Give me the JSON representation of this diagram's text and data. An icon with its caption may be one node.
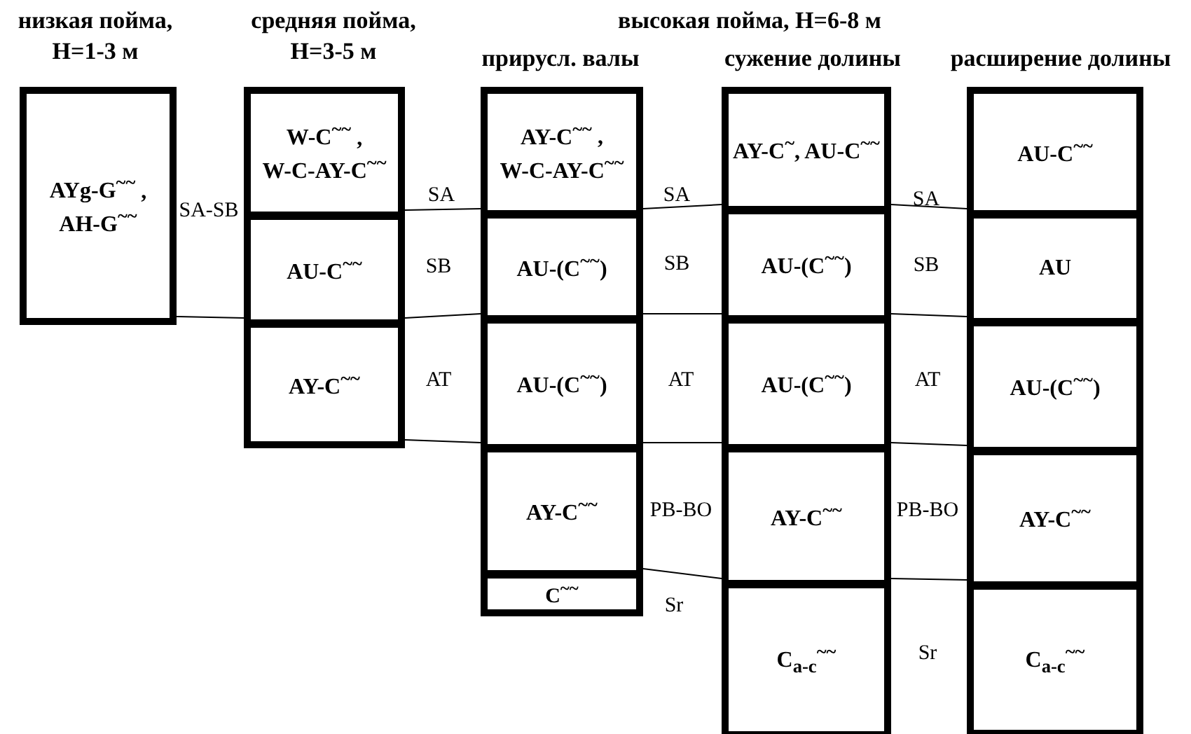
{
  "diagram": {
    "nodes": [
      {
        "text": [
          "AYg-G$^{~~}$ , AH-G$^{~~}$"
        ]
      },
      {
        "text": [
          "W-C$^{~~}$ , W-C-AY-C$^{~~}$"
        ]
      },
      {
        "text": [
          "AU-C$^{~~}$"
        ]
      },
      {
        "text": [
          "AY-C$^{~~}$"
        ]
      },
      {
        "text": [
          "AY-C$^{~~}$ , W-C-AY-C$^{~~}$"
        ]
      },
      {
        "text": [
          "AU-(C$^{~~}$)"
        ]
      },
      {
        "text": [
          "AU-(C$^{~~}$)"
        ]
      },
      {
        "text": [
          "AY-C$^{~~}$"
        ]
      },
      {
        "text": [
          "C$^{~~}$"
        ]
      },
      {
        "text": [
          "AY-C$^{~}$, AU-C$^{~~}$"
        ]
      },
      {
        "text": [
          "AU-(C$^{~~}$)"
        ]
      },
      {
        "text": [
          "AU-(C$^{~~}$)"
        ]
      },
      {
        "text": [
          "AY-C$^{~~}$"
        ]
      },
      {
        "text": [
          "C$_{a-c}$$^{~~}$"
        ]
      },
      {
        "text": [
          "AU-C$^{~~}$"
        ]
      },
      {
        "text": [
          "AU"
        ]
      },
      {
        "text": [
          "AU-(C$^{~~}$)"
        ]
      },
      {
        "text": [
          "AY-C$^{~~}$"
        ]
      },
      {
        "text": [
          "C$_{a-c}$$^{~~}$"
        ]
      }
    ],
    "edges": [
      {
        "from": 0,
        "to": 2,
        "arrow": "none"
      },
      {
        "from": 1,
        "to": 4,
        "arrow": "none"
      },
      {
        "from": 4,
        "to": 9,
        "arrow": "none"
      },
      {
        "from": 9,
        "to": 14,
        "arrow": "none"
      },
      {
        "from": 2,
        "to": 5,
        "arrow": "none"
      },
      {
        "from": 5,
        "to": 10,
        "arrow": "none"
      },
      {
        "from": 10,
        "to": 15,
        "arrow": "none"
      },
      {
        "from": 3,
        "to": 6,
        "arrow": "none"
      },
      {
        "from": 6,
        "to": 11,
        "arrow": "none"
      },
      {
        "from": 11,
        "to": 16,
        "arrow": "none"
      },
      {
        "from": 7,
        "to": 12,
        "arrow": "none"
      },
      {
        "from": 12,
        "to": 17,
        "arrow": "none"
      }
    ],
    "labels": [
      "низкая пойма, H=1-3 м",
      "средняя пойма, H=3-5 м",
      "высокая пойма, H=6-8 м",
      "прирусл. валы",
      "сужение долины",
      "расширение долины",
      "SA-SB",
      "SA",
      "SB",
      "AT",
      "SA",
      "SB",
      "AT",
      "PB-BO",
      "Sr",
      "SA",
      "SB",
      "AT",
      "PB-BO",
      "Sr"
    ]
  }
}
